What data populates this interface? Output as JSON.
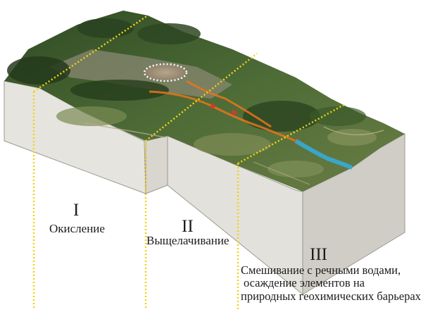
{
  "zones": [
    {
      "numeral": "I",
      "label": "Окисление"
    },
    {
      "numeral": "II",
      "label": "Выщелачивание"
    },
    {
      "numeral": "III",
      "label_lines": [
        "Смешивание с речными водами,",
        "осаждение элементов на",
        "природных геохимических барьерах"
      ]
    }
  ],
  "colors": {
    "zone_line": "#f2d21a",
    "flow_arrow": "#e8751c",
    "river": "#3aa6c8",
    "block_side": "#e4e2dc",
    "block_edge": "#9a9890"
  }
}
